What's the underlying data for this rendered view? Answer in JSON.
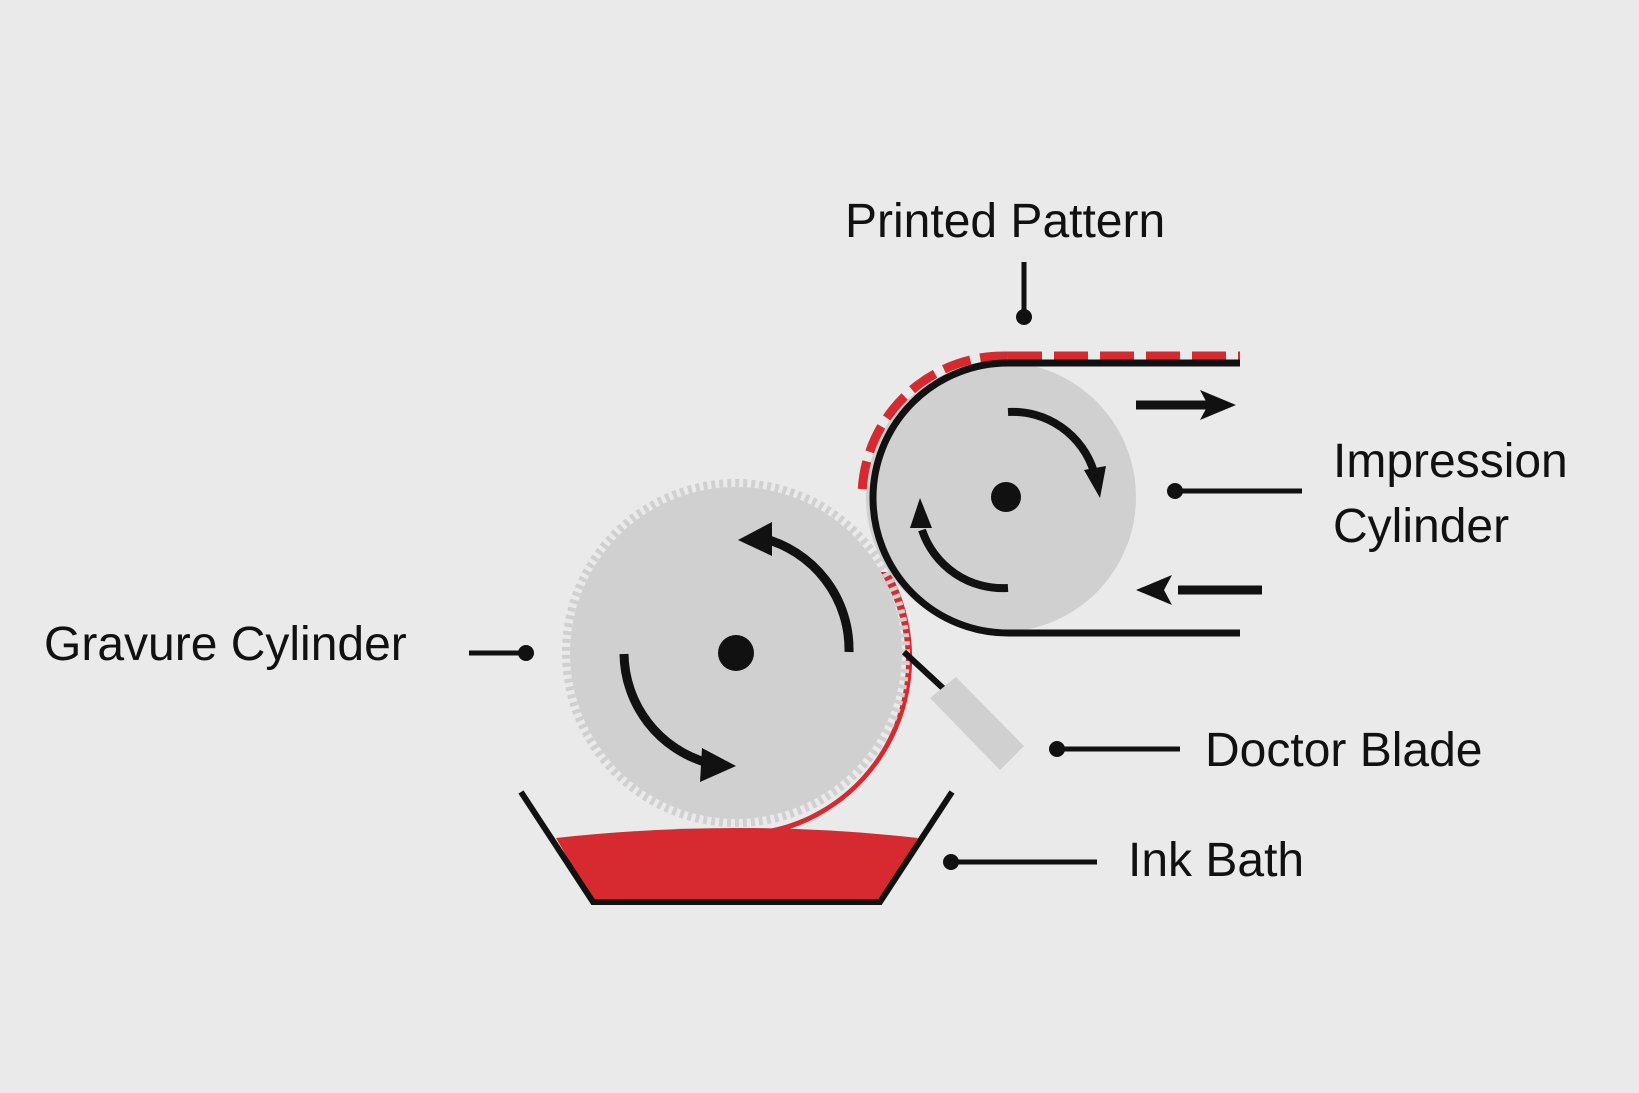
{
  "labels": {
    "printed_pattern": "Printed Pattern",
    "impression_cylinder_line1": "Impression",
    "impression_cylinder_line2": "Cylinder",
    "gravure_cylinder": "Gravure Cylinder",
    "doctor_blade": "Doctor Blade",
    "ink_bath": "Ink Bath"
  },
  "colors": {
    "background": "#eaeaea",
    "ink": "#d62a30",
    "cylinder": "#d0d0d0",
    "line": "#111111"
  }
}
